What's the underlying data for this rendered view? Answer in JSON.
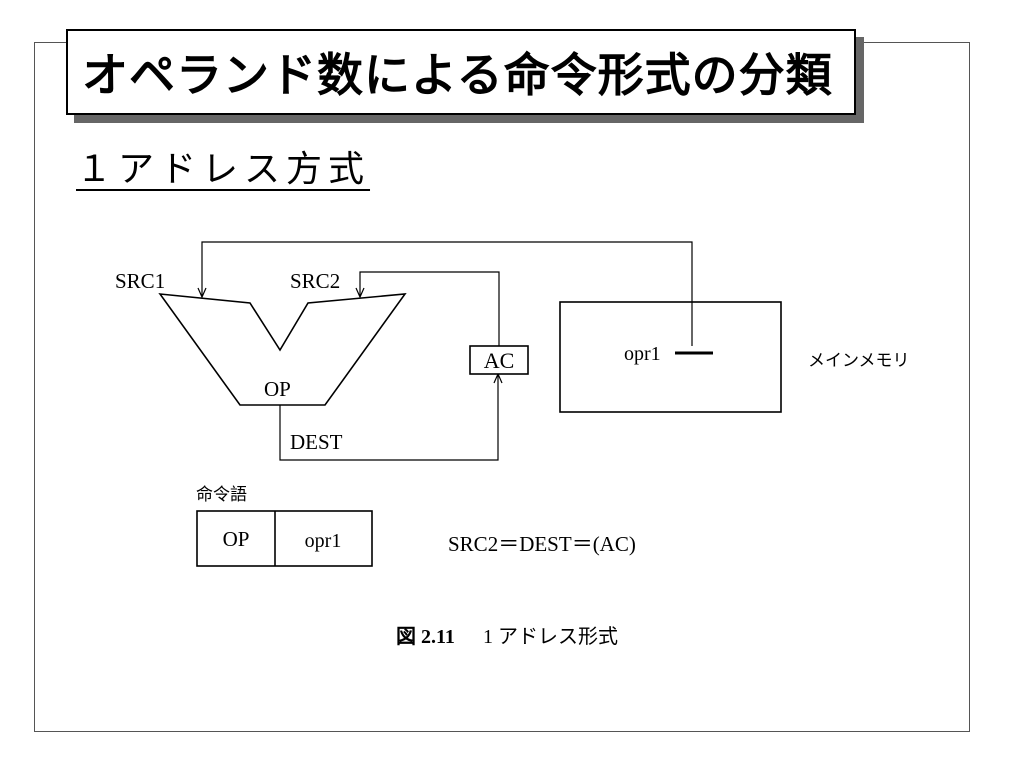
{
  "title": "オペランド数による命令形式の分類",
  "subtitle": "１アドレス方式",
  "diagram": {
    "src1_label": "SRC1",
    "src2_label": "SRC2",
    "op_label": "OP",
    "dest_label": "DEST",
    "ac_label": "AC",
    "opr1_label": "opr1",
    "main_memory_label": "メインメモリ",
    "instruction_word_label": "命令語",
    "field_op": "OP",
    "field_opr1": "opr1",
    "equation": "SRC2＝DEST＝(AC)",
    "caption_number": "図 2.11",
    "caption_text": "1 アドレス形式"
  }
}
